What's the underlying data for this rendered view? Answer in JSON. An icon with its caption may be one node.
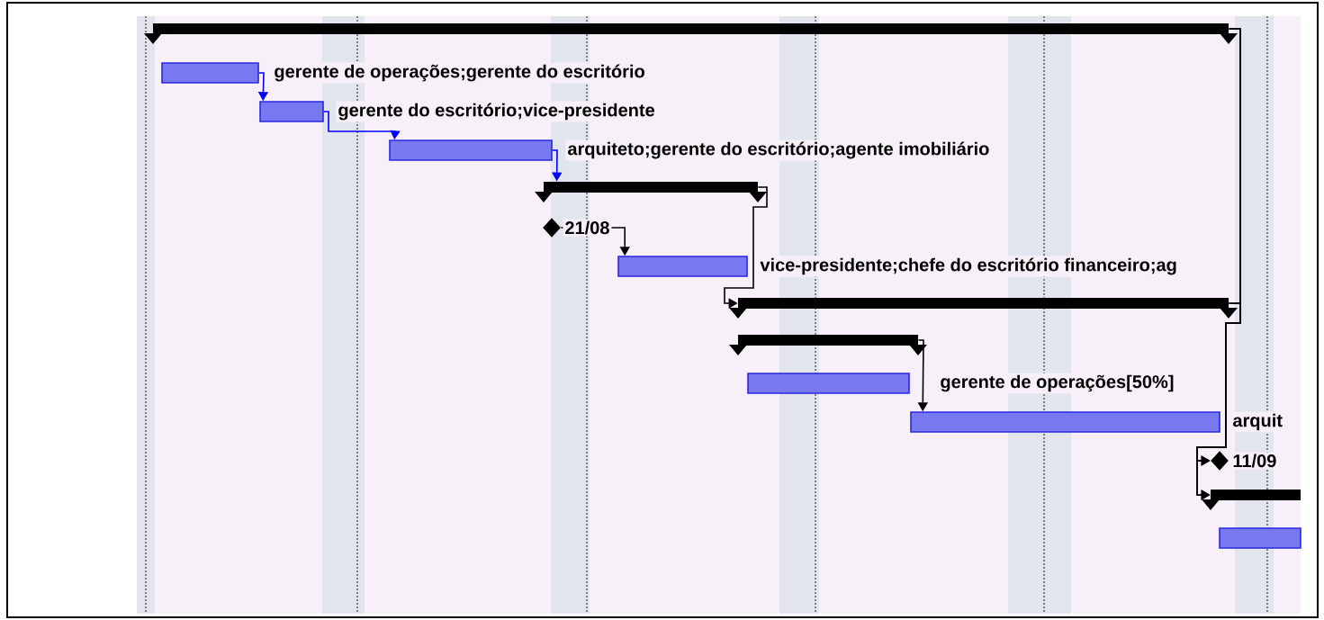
{
  "diagram": {
    "nodes": [
      {
        "text": [],
        "shape": "bar"
      },
      {
        "text": [],
        "shape": "box",
        "beside": [
          "gerente de operações;gerente do escritório"
        ]
      },
      {
        "text": [],
        "shape": "box",
        "beside": [
          "gerente do escritório;vice-presidente"
        ]
      },
      {
        "text": [],
        "shape": "box",
        "beside": [
          "arquiteto;gerente do escritório;agente imobiliário"
        ]
      },
      {
        "text": [],
        "shape": "bar"
      },
      {
        "text": [],
        "shape": "diamond",
        "beside": [
          "21/08"
        ]
      },
      {
        "text": [],
        "shape": "box",
        "beside": [
          "vice-presidente;chefe do escritório financeiro;ag"
        ]
      },
      {
        "text": [],
        "shape": "bar"
      },
      {
        "text": [],
        "shape": "bar"
      },
      {
        "text": [],
        "shape": "box",
        "beside": [
          "gerente de operações[50%]"
        ]
      },
      {
        "text": [],
        "shape": "box",
        "beside": [
          "arquit"
        ]
      },
      {
        "text": [],
        "shape": "diamond",
        "beside": [
          "11/09"
        ]
      },
      {
        "text": [],
        "shape": "bar"
      },
      {
        "text": [],
        "shape": "box"
      }
    ],
    "edges": [
      {
        "from": 1,
        "to": 2,
        "arrow": "to",
        "color": "#0000ff"
      },
      {
        "from": 2,
        "to": 3,
        "arrow": "to",
        "color": "#0000ff"
      },
      {
        "from": 3,
        "to": 4,
        "arrow": "to",
        "color": "#0000ff"
      },
      {
        "from": 5,
        "to": 6,
        "arrow": "to"
      },
      {
        "from": 4,
        "to": 7,
        "arrow": "to"
      },
      {
        "from": 8,
        "to": 10,
        "arrow": "to"
      },
      {
        "from": 0,
        "to": 11,
        "arrow": "to"
      },
      {
        "from": 0,
        "to": 12,
        "arrow": "to"
      },
      {
        "from": 7,
        "to": 11,
        "arrow": "to"
      },
      {
        "from": 7,
        "to": 12,
        "arrow": "to"
      }
    ]
  }
}
